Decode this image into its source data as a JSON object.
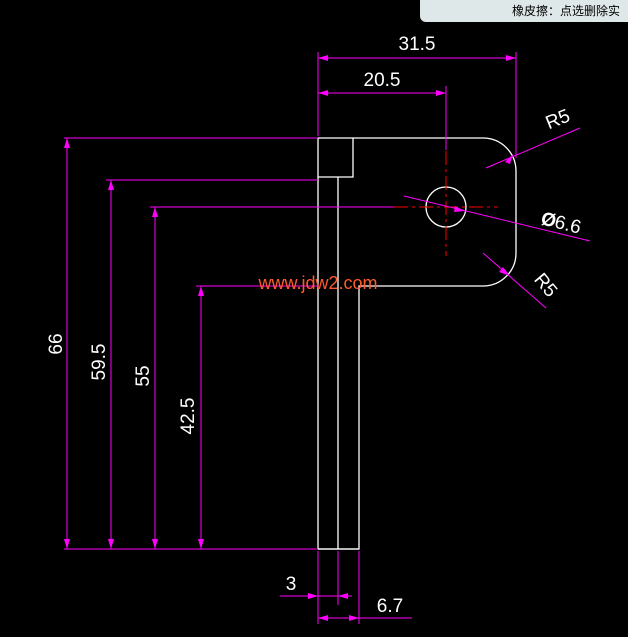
{
  "status_tip": "橡皮擦：点选删除实",
  "watermark": "www.jdw2.com",
  "colors": {
    "background": "#000000",
    "outline": "#ffffff",
    "dimension": "#ff00ff",
    "center_line": "#ff0000",
    "watermark": "#ff5a2a"
  },
  "dimensions": {
    "overall_width": "31.5",
    "hole_offset_x": "20.5",
    "overall_height": "66",
    "height_2": "59.5",
    "hole_center_height": "55",
    "stem_length": "42.5",
    "inner_step": "3",
    "stem_width": "6.7",
    "top_radius": "R5",
    "bottom_radius": "R5",
    "hole_diameter": "6.6",
    "diameter_symbol": "Ø"
  }
}
